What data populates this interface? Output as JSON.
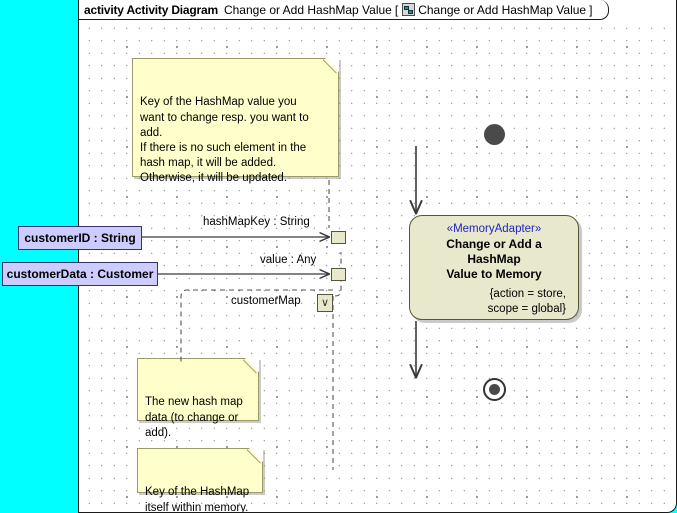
{
  "frame": {
    "keyword": "activity Activity Diagram",
    "name": "Change or Add HashMap Value",
    "bracket_open": "[",
    "icon": "activity-diagram-icon",
    "bracket_name": "Change or Add HashMap Value",
    "bracket_close": "]"
  },
  "notes": [
    {
      "id": "note-hashmap-key",
      "text": "Key of the HashMap value you\nwant to change resp. you want to\nadd.\nIf there is no such element in the\nhash map, it will be added.\nOtherwise, it will be updated."
    },
    {
      "id": "note-new-data",
      "text": "The new hash map\ndata (to change or\nadd)."
    },
    {
      "id": "note-memory-key",
      "text": "Key of the HashMap\nitself within memory."
    }
  ],
  "parameters": [
    {
      "id": "param-customer-id",
      "label": "customerID : String"
    },
    {
      "id": "param-customer-data",
      "label": "customerData : Customer"
    }
  ],
  "activity": {
    "stereotype": "«MemoryAdapter»",
    "title": "Change or Add a HashMap\nValue to Memory",
    "constraint": "{action = store,\nscope = global}"
  },
  "pins": [
    {
      "id": "pin-hash-map-key",
      "label": "hashMapKey : String"
    },
    {
      "id": "pin-value",
      "label": "value : Any"
    },
    {
      "id": "pin-customer-map",
      "label": "customerMap",
      "glyph": "∨"
    }
  ],
  "nodes": {
    "initial": "initial-node",
    "final": "activity-final-node"
  },
  "colors": {
    "canvas_left": "#00ffff",
    "note_fill": "#ffffcc",
    "param_fill": "#ccccff",
    "activity_fill": "#e8e8cc",
    "stereotype_text": "#2222cc",
    "node_marker": "#4a4a4a"
  }
}
